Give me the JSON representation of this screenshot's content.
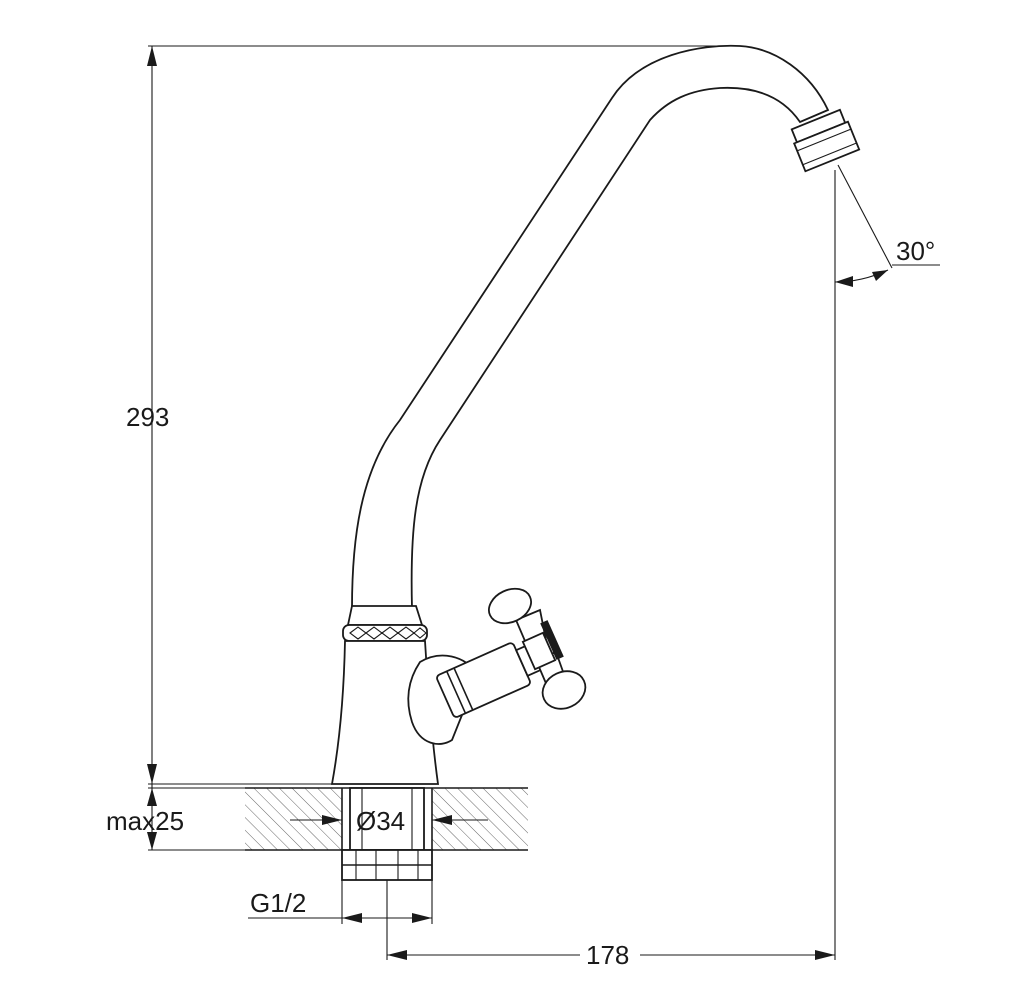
{
  "dimensions": {
    "height_total": "293",
    "mount_thickness": "max25",
    "body_diameter": "Ø34",
    "thread": "G1/2",
    "reach": "178",
    "spout_angle": "30°"
  },
  "colors": {
    "line": "#1a1a1a",
    "background": "#ffffff"
  }
}
